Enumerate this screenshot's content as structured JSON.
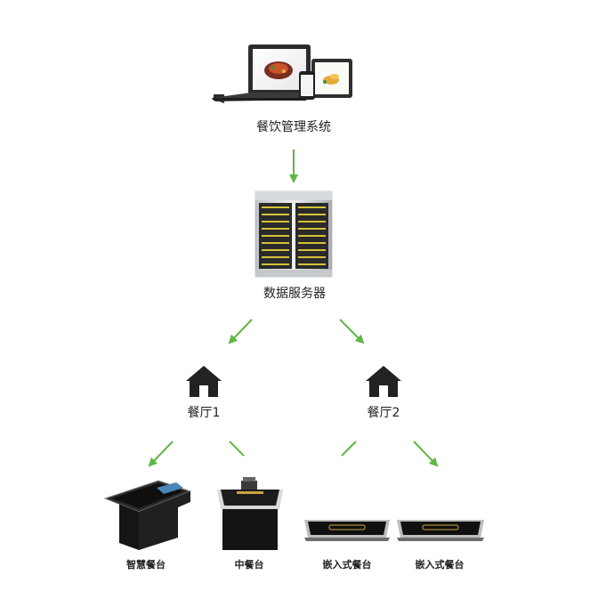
{
  "nodes": {
    "system": {
      "label": "餐饮管理系统"
    },
    "server": {
      "label": "数据服务器"
    },
    "hall1": {
      "label": "餐厅1"
    },
    "hall2": {
      "label": "餐厅2"
    },
    "smart_table": {
      "label": "智慧餐台"
    },
    "mid_table": {
      "label": "中餐台"
    },
    "embed_table_a": {
      "label": "嵌入式餐台"
    },
    "embed_table_b": {
      "label": "嵌入式餐台"
    }
  },
  "colors": {
    "arrow": "#5cb843",
    "device_dark": "#1a1a1a",
    "house": "#222222"
  },
  "icons": [
    "laptop-icon",
    "tablet-icon",
    "phone-icon",
    "server-rack-icon",
    "house-icon"
  ]
}
